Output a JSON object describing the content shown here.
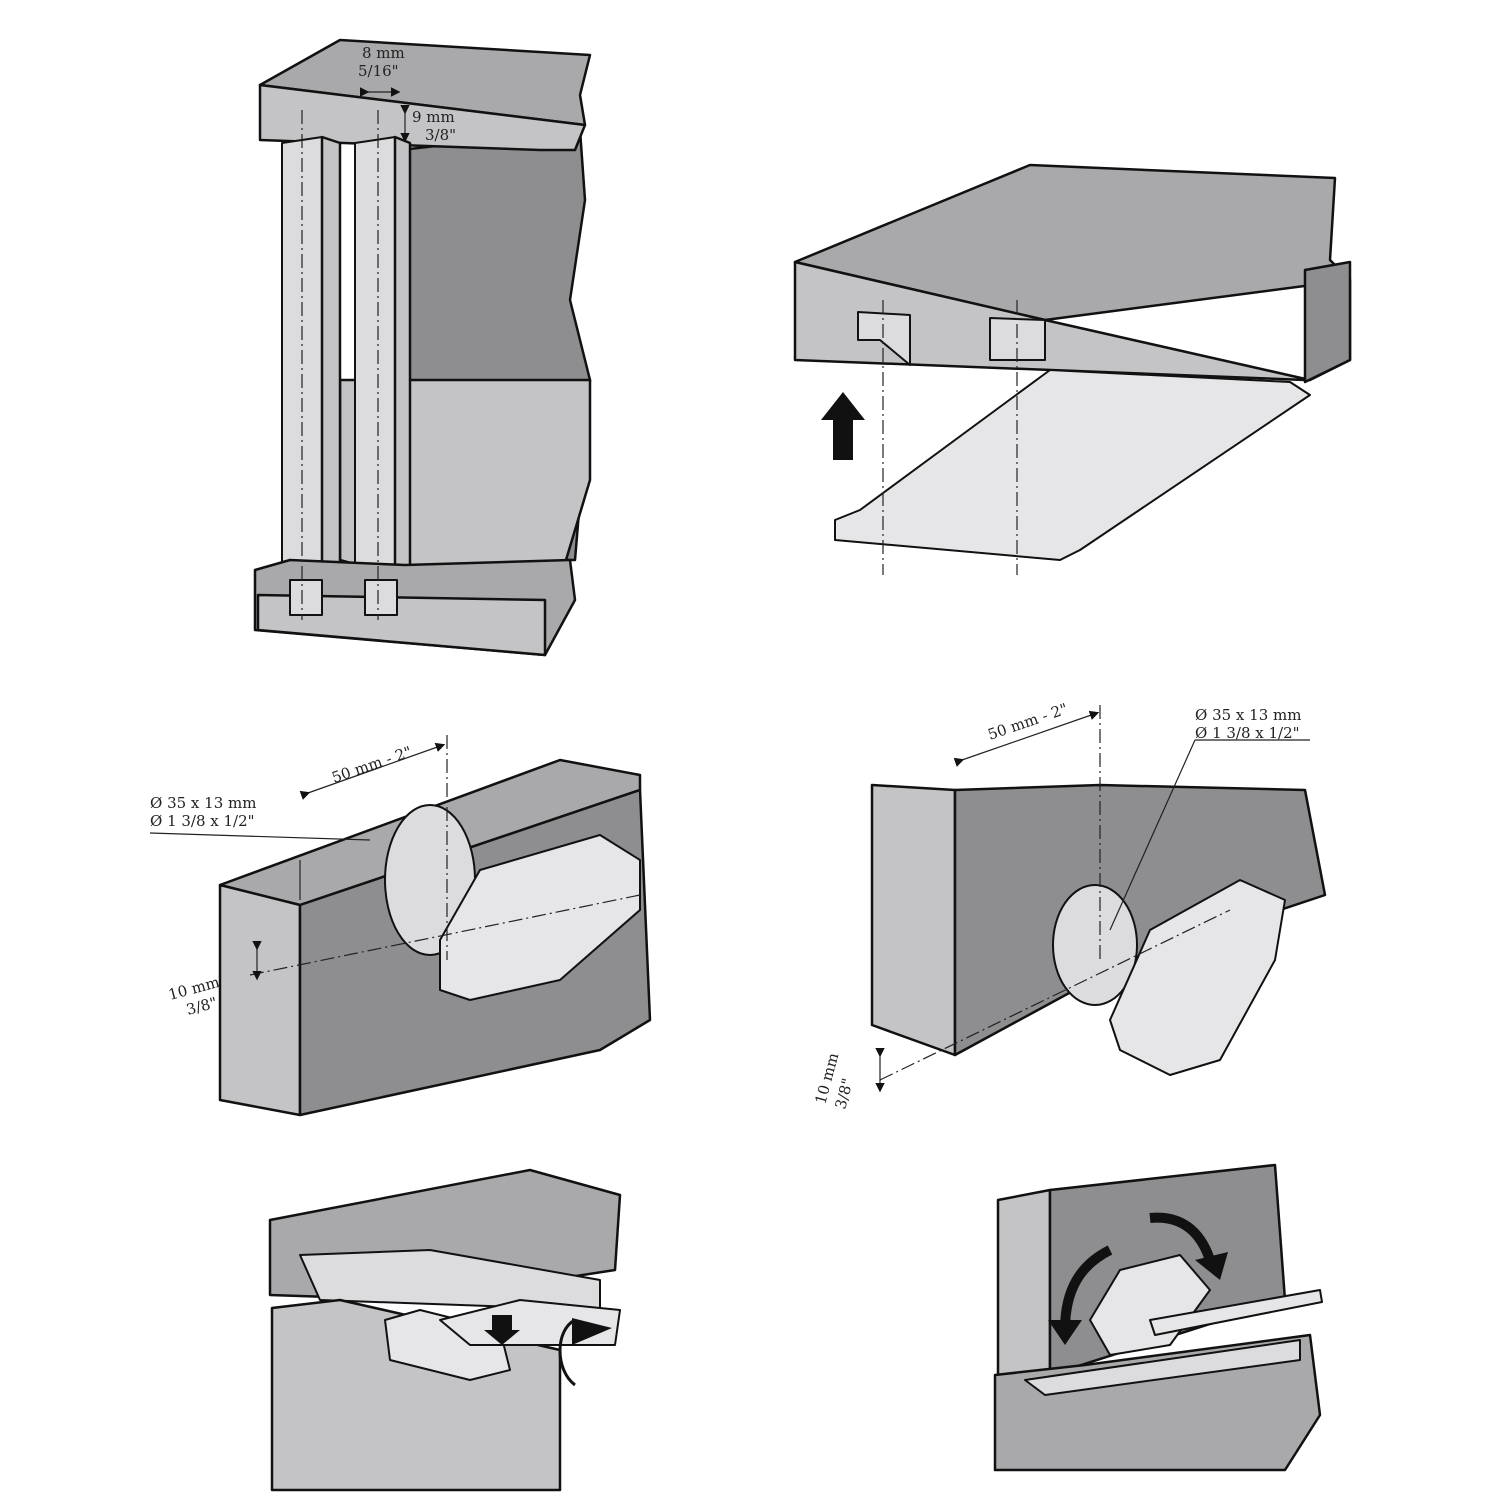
{
  "panels": {
    "groove_spacing": {
      "width_mm": "8 mm",
      "width_in": "5/16\"",
      "depth_mm": "9 mm",
      "depth_in": "3/8\""
    },
    "rail_insert": {
      "direction": "up-arrow"
    },
    "roller_left": {
      "distance": "50 mm - 2\"",
      "bore_mm": "Ø 35 x 13 mm",
      "bore_in": "Ø 1 3/8 x 1/2\"",
      "offset_mm": "10 mm",
      "offset_in": "3/8\""
    },
    "roller_right": {
      "distance": "50 mm - 2\"",
      "bore_mm": "Ø 35 x 13 mm",
      "bore_in": "Ø 1 3/8 x 1/2\"",
      "offset_mm": "10 mm",
      "offset_in": "3/8\""
    },
    "hang_door": {
      "actions": [
        "down-arrow",
        "right-arrow",
        "rotate-arrow"
      ]
    },
    "adjust_height": {
      "actions": [
        "rotate-left-arrow",
        "rotate-right-arrow"
      ]
    }
  }
}
